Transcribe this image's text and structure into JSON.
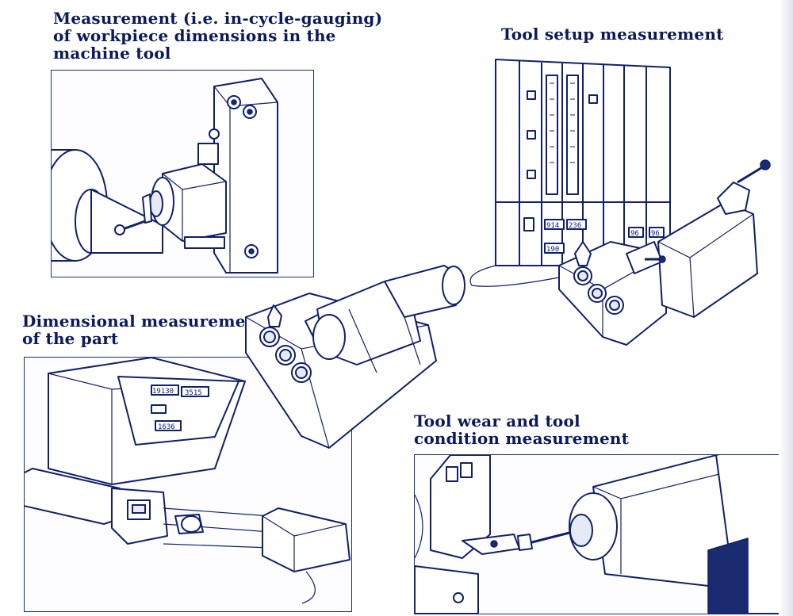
{
  "captions": {
    "in_cycle": "Measurement (i.e. in-cycle-gauging)\nof workpiece dimensions in the\nmachine tool",
    "tool_setup": "Tool setup measurement",
    "dimensional": "Dimensional measurement\nof the part",
    "tool_wear": "Tool wear and tool\ncondition measurement"
  },
  "displays": {
    "cabinet_left": "914",
    "cabinet_right": "236",
    "cabinet_lower_left": "190",
    "cabinet_a": "96",
    "cabinet_b": "96",
    "cmm_top_left": "19130",
    "cmm_top_right": "3515",
    "cmm_bottom": "1636"
  }
}
